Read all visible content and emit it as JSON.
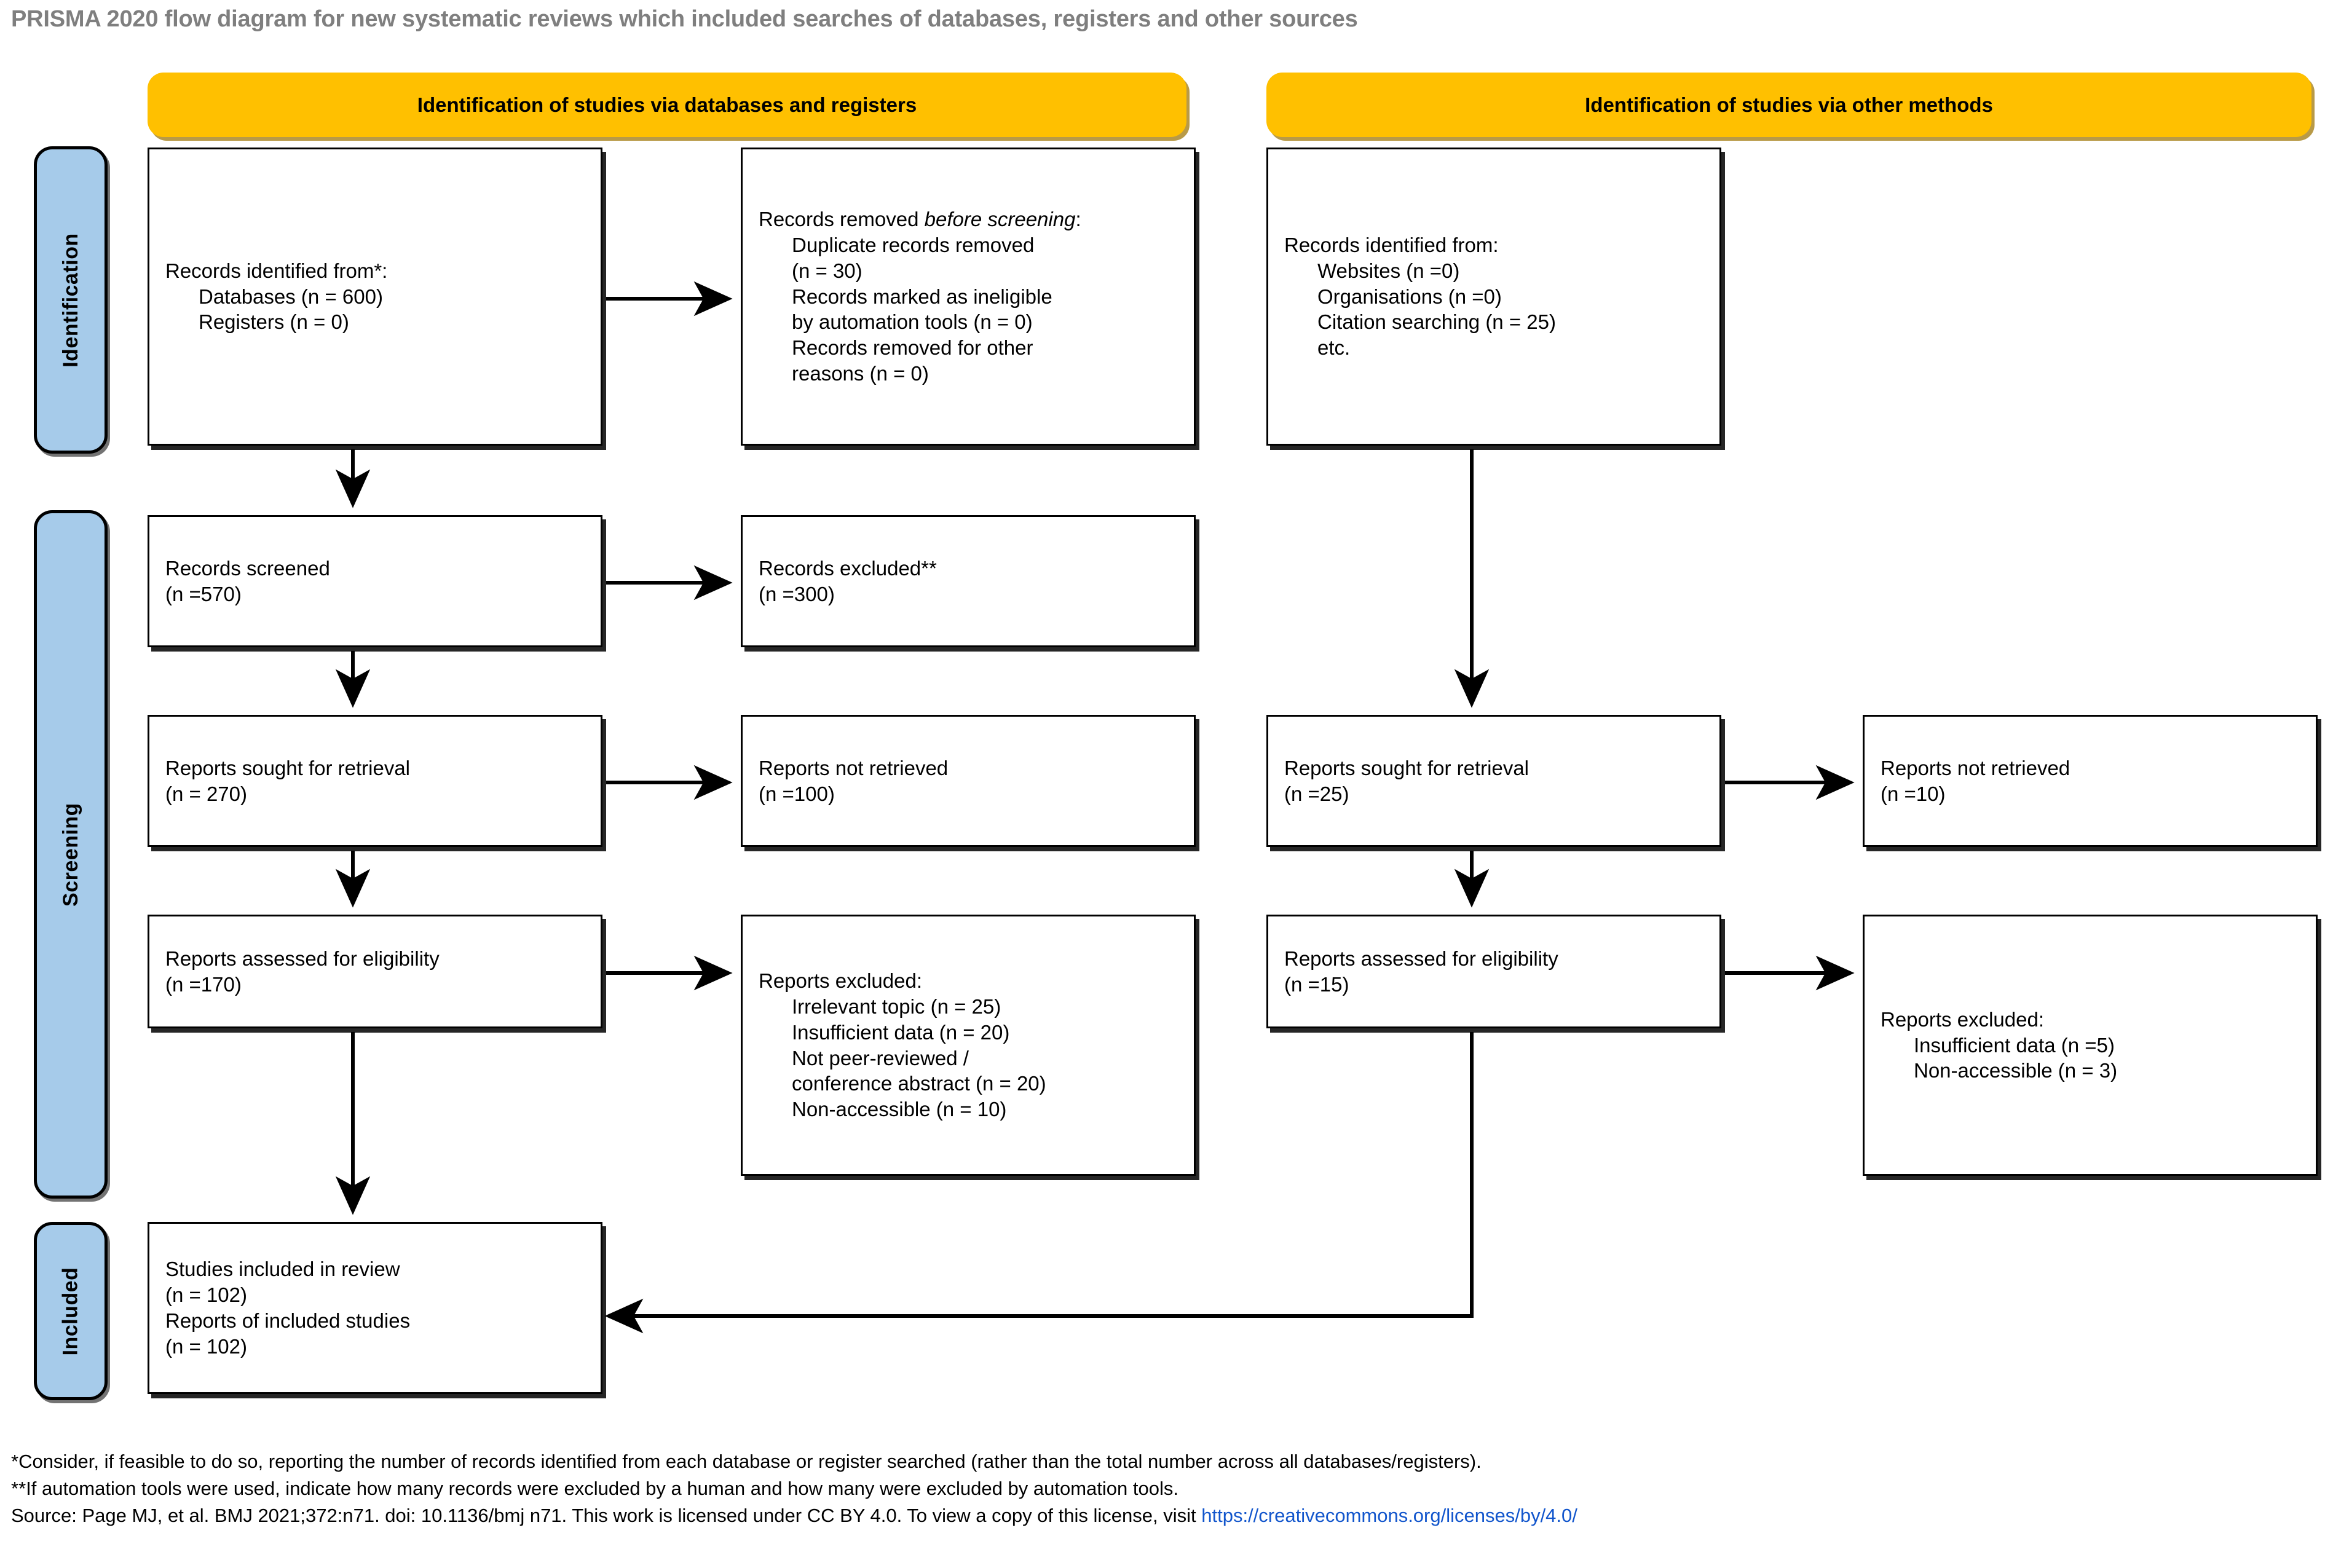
{
  "title": "PRISMA 2020 flow diagram for new systematic reviews which included searches of databases, registers and other sources",
  "colors": {
    "banner_fill": "#FFC000",
    "stage_pill_fill": "#A6CBEA",
    "box_border": "#000000",
    "title_text": "#7F7F7F",
    "link": "#1155CC"
  },
  "banners": {
    "left": "Identification of studies via databases and registers",
    "right": "Identification of studies via other methods"
  },
  "stages": {
    "identification": "Identification",
    "screening": "Screening",
    "included": "Included"
  },
  "boxes": {
    "records_identified": {
      "heading": "Records identified from*:",
      "items": [
        "Databases (n = 600)",
        "Registers (n = 0)"
      ]
    },
    "records_removed": {
      "heading_pre": "Records removed ",
      "heading_italic": "before screening",
      "heading_post": ":",
      "items": [
        "Duplicate records removed",
        "(n = 30)",
        "Records marked as ineligible",
        "by automation tools (n = 0)",
        "Records removed for other",
        "reasons (n = 0)"
      ]
    },
    "records_screened": {
      "lines": [
        "Records screened",
        "(n =570)"
      ]
    },
    "records_excluded": {
      "lines": [
        "Records excluded**",
        "(n =300)"
      ]
    },
    "reports_sought": {
      "lines": [
        "Reports sought for retrieval",
        "(n = 270)"
      ]
    },
    "reports_not_retrieved": {
      "lines": [
        "Reports not retrieved",
        "(n =100)"
      ]
    },
    "reports_assessed": {
      "lines": [
        "Reports assessed for eligibility",
        "(n =170)"
      ]
    },
    "reports_excluded": {
      "heading": "Reports excluded:",
      "items": [
        "Irrelevant topic (n = 25)",
        "Insufficient data (n = 20)",
        "Not peer-reviewed /",
        "conference abstract (n = 20)",
        "Non-accessible (n = 10)"
      ]
    },
    "studies_included": {
      "lines": [
        "Studies included in review",
        "(n = 102)",
        "Reports of included studies",
        "(n = 102)"
      ]
    },
    "other_records_identified": {
      "heading": "Records identified from:",
      "items": [
        "Websites (n =0)",
        "Organisations (n =0)",
        "Citation searching (n = 25)",
        "etc."
      ]
    },
    "other_reports_sought": {
      "lines": [
        "Reports sought for retrieval",
        "(n =25)"
      ]
    },
    "other_reports_not_retrieved": {
      "lines": [
        "Reports not retrieved",
        "(n =10)"
      ]
    },
    "other_reports_assessed": {
      "lines": [
        "Reports assessed for eligibility",
        "(n =15)"
      ]
    },
    "other_reports_excluded": {
      "heading": "Reports excluded:",
      "items": [
        "Insufficient data (n =5)",
        "Non-accessible (n = 3)"
      ]
    }
  },
  "footnotes": {
    "star": "*Consider, if feasible to do so, reporting the number of records identified from each database or register searched (rather than the total number across all databases/registers).",
    "doublestar": "**If automation tools were used, indicate how many records were excluded by a human and how many were excluded by automation tools.",
    "source_pre": "Source: Page MJ, et al. BMJ 2021;372:n71. doi: 10.1136/bmj n71. This work is licensed under CC BY 4.0. To view a copy of this license, visit ",
    "source_link": "https://creativecommons.org/licenses/by/4.0/"
  }
}
